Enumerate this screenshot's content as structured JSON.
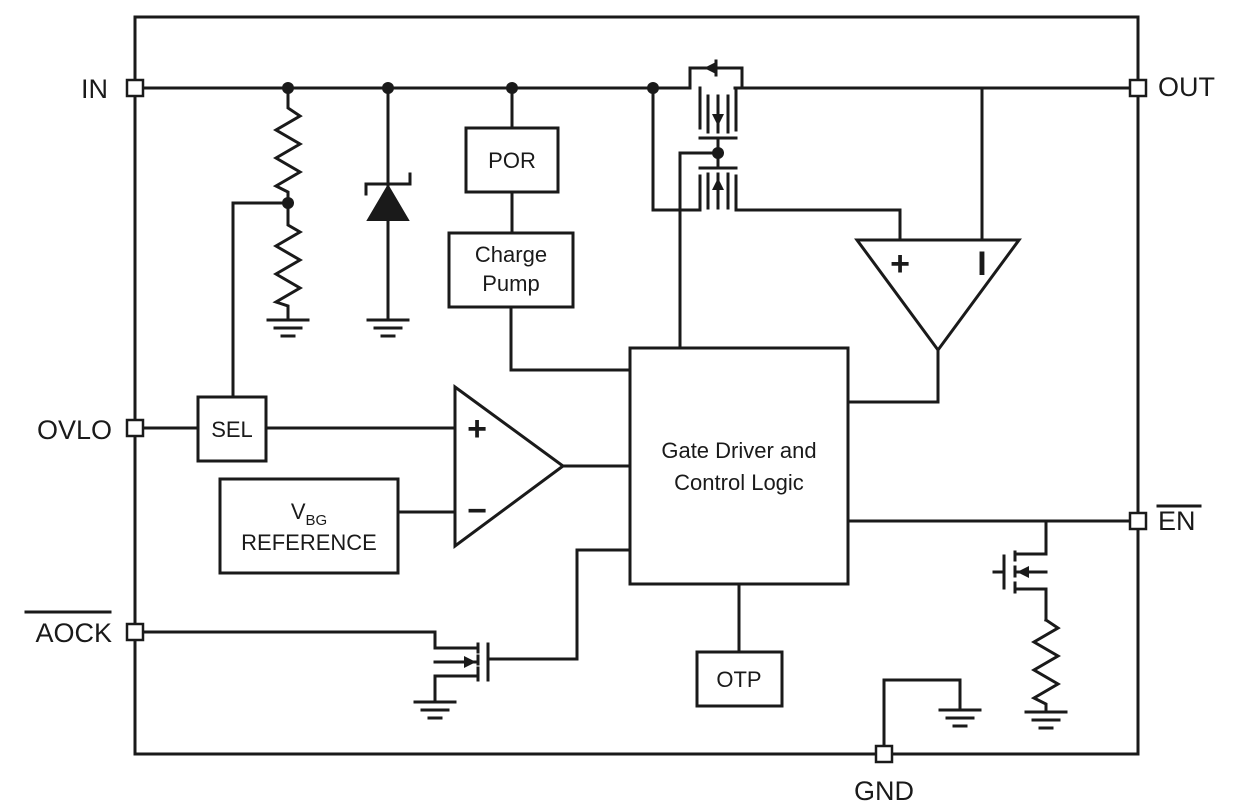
{
  "pins": {
    "in": "IN",
    "out": "OUT",
    "ovlo": "OVLO",
    "en": "EN",
    "aock": "AOCK",
    "gnd": "GND"
  },
  "blocks": {
    "por": "POR",
    "charge_pump_line1": "Charge",
    "charge_pump_line2": "Pump",
    "sel": "SEL",
    "vbg_main": "V",
    "vbg_sub": "BG",
    "vbg_line2": "REFERENCE",
    "gate_driver_line1": "Gate Driver and",
    "gate_driver_line2": "Control Logic",
    "otp": "OTP"
  },
  "signs": {
    "plus": "+",
    "minus": "−",
    "cmp_plus": "+",
    "cmp_minus": "I"
  }
}
